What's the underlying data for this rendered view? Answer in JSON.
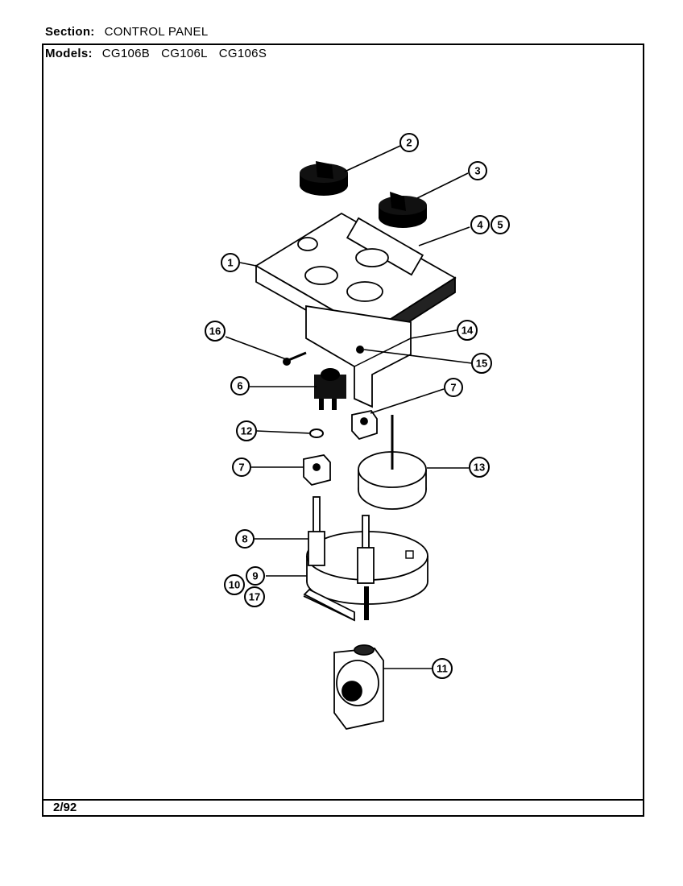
{
  "header": {
    "section_label": "Section:",
    "section_value": "CONTROL PANEL",
    "models_label": "Models:",
    "models": [
      "CG106B",
      "CG106L",
      "CG106S"
    ]
  },
  "footer": {
    "date": "2/92"
  },
  "callouts": [
    "2",
    "3",
    "4",
    "5",
    "1",
    "16",
    "14",
    "15",
    "6",
    "7",
    "12",
    "7",
    "13",
    "8",
    "9",
    "10",
    "17",
    "11"
  ]
}
